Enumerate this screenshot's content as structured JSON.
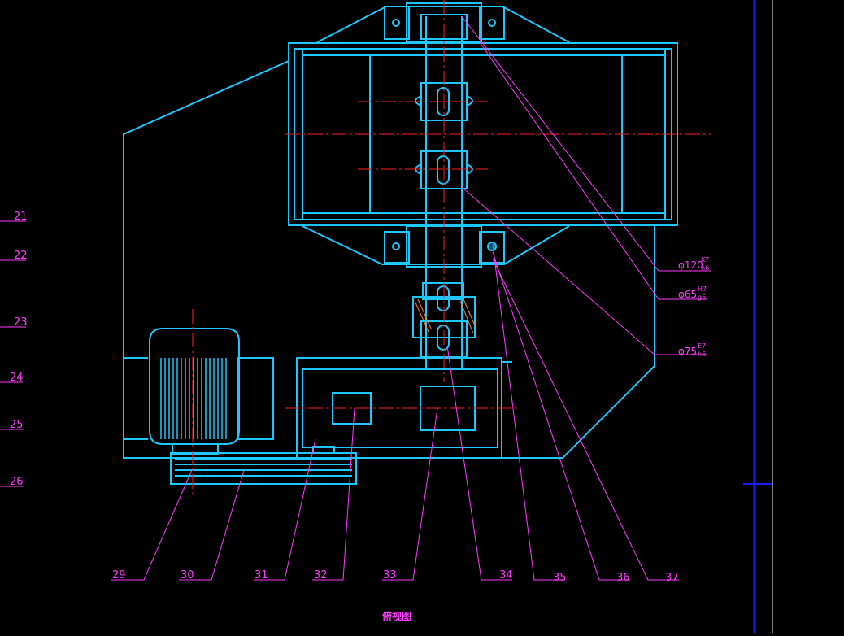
{
  "drawing": {
    "title": "俯视图",
    "colors": {
      "background": "#000000",
      "outline": "#1ec8ff",
      "leader": "#ff3cff",
      "centerline": "#ff2020",
      "frame": "#1a1aff",
      "white": "#ffffff"
    },
    "left_labels": [
      "21",
      "22",
      "23",
      "24",
      "25",
      "26"
    ],
    "bottom_labels": [
      "29",
      "30",
      "31",
      "32",
      "33",
      "34",
      "35",
      "36",
      "37"
    ],
    "fits": [
      {
        "diameter": "φ120",
        "upper": "K7",
        "lower": "h6"
      },
      {
        "diameter": "φ65",
        "upper": "H7",
        "lower": "g6"
      },
      {
        "diameter": "φ75",
        "upper": "E7",
        "lower": "h6"
      }
    ]
  }
}
